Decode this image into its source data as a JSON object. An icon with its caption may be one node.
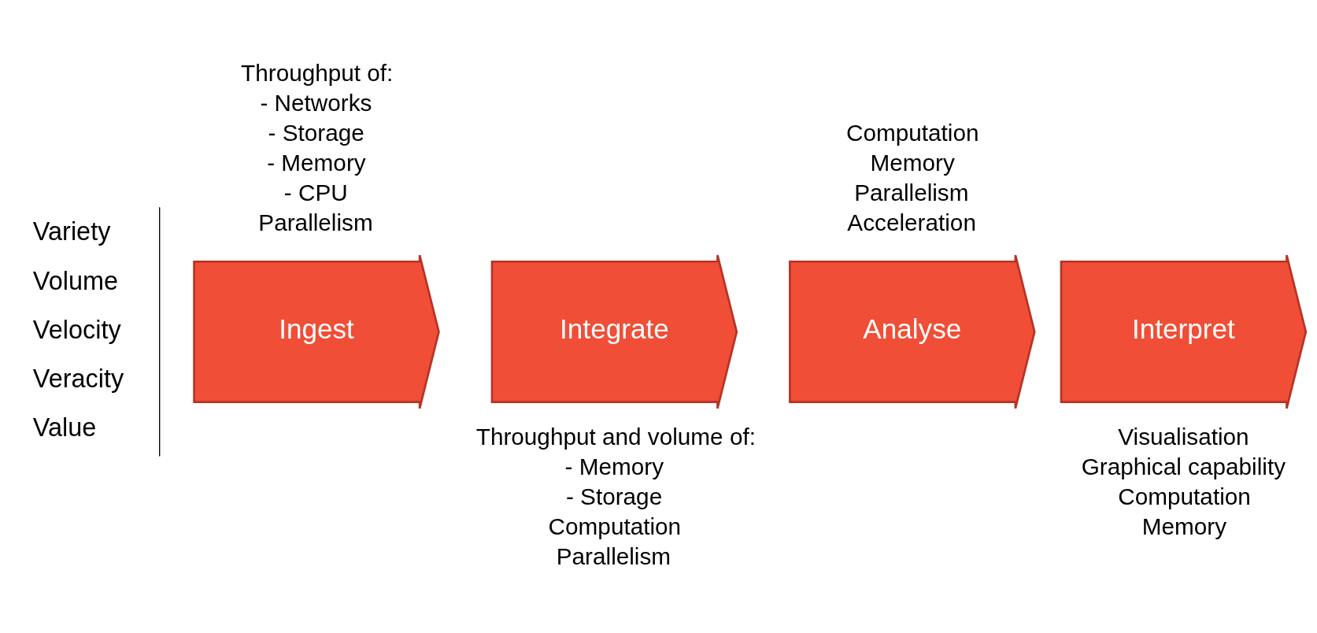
{
  "diagram": {
    "nodes": [
      {
        "text": [
          "Ingest"
        ],
        "beside": [
          "Throughput of:",
          "- Networks",
          "- Storage",
          "- Memory",
          "- CPU",
          "Parallelism"
        ]
      },
      {
        "text": [
          "Integrate"
        ],
        "beside": [
          "Throughput and volume of:",
          "- Memory",
          "- Storage",
          "Computation",
          "Parallelism"
        ]
      },
      {
        "text": [
          "Analyse"
        ],
        "beside": [
          "Computation",
          "Memory",
          "Parallelism",
          "Acceleration"
        ]
      },
      {
        "text": [
          "Interpret"
        ],
        "beside": [
          "Visualisation",
          "Graphical capability",
          "Computation",
          "Memory"
        ]
      }
    ],
    "edges": [],
    "labels": [
      "Variety",
      "Volume",
      "Velocity",
      "Veracity",
      "Value"
    ]
  }
}
